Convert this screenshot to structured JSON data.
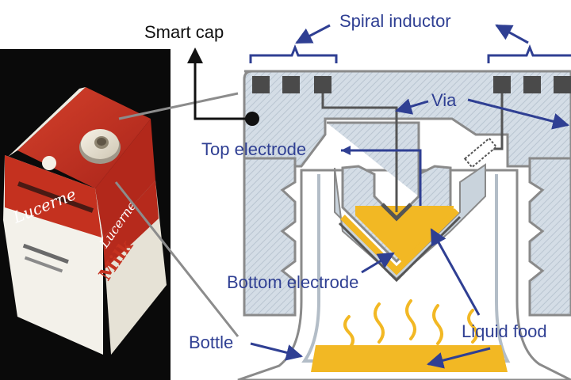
{
  "labels": {
    "smart_cap": "Smart cap",
    "spiral_inductor": "Spiral inductor",
    "via": "Via",
    "top_electrode": "Top electrode",
    "bottom_electrode": "Bottom electrode",
    "bottle": "Bottle",
    "liquid_food": "Liquid food"
  },
  "carton": {
    "brand": "Lucerne",
    "product": "Milk"
  },
  "colors": {
    "label_blue": "#2f3f93",
    "cap_fill": "#c7d2dc",
    "electrode_yellow": "#f2b824",
    "pad_gray": "#4a4a4a",
    "carton_red": "#c4311f",
    "photo_bg": "#0a0a0a"
  }
}
